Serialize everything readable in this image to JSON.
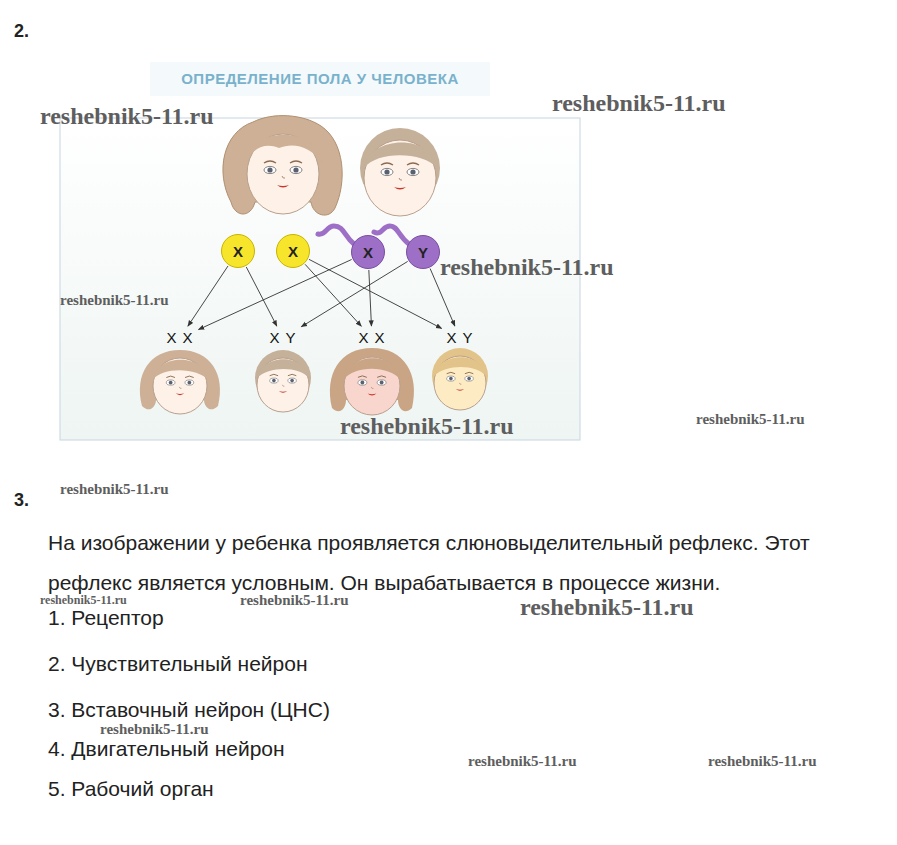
{
  "diagram": {
    "title": "ОПРЕДЕЛЕНИЕ ПОЛА У ЧЕЛОВЕКА",
    "nodes": [
      {
        "text": [
          "X"
        ]
      },
      {
        "text": [
          "X"
        ]
      },
      {
        "text": [
          "X"
        ]
      },
      {
        "text": [
          "Y"
        ]
      },
      {
        "text": [
          "X X"
        ]
      },
      {
        "text": [
          "X Y"
        ]
      },
      {
        "text": [
          "X X"
        ]
      },
      {
        "text": [
          "X Y"
        ]
      }
    ],
    "edges": [
      {
        "from": 0,
        "to": 4,
        "arrow": "to"
      },
      {
        "from": 2,
        "to": 4,
        "arrow": "to"
      },
      {
        "from": 0,
        "to": 5,
        "arrow": "to"
      },
      {
        "from": 3,
        "to": 5,
        "arrow": "to"
      },
      {
        "from": 1,
        "to": 6,
        "arrow": "to"
      },
      {
        "from": 2,
        "to": 6,
        "arrow": "to"
      },
      {
        "from": 1,
        "to": 7,
        "arrow": "to"
      },
      {
        "from": 3,
        "to": 7,
        "arrow": "to"
      }
    ],
    "labels": [
      "2.",
      "reshebnik5-11.ru",
      "reshebnik5-11.ru",
      "reshebnik5-11.ru",
      "reshebnik5-11.ru",
      "reshebnik5-11.ru",
      "reshebnik5-11.ru",
      "3.",
      "reshebnik5-11.ru",
      "На изображении у ребенка проявляется слюновыделительный рефлекс. Этот рефлекс является условным. Он вырабатывается в процессе жизни.",
      "reshebnik5-11.ru",
      "reshebnik5-11.ru",
      "reshebnik5-11.ru",
      "1. Рецептор",
      "2. Чувствительный нейрон",
      "3. Вставочный нейрон (ЦНС)",
      "reshebnik5-11.ru",
      "4. Двигательный нейрон",
      "reshebnik5-11.ru",
      "reshebnik5-11.ru",
      "5. Рабочий орган"
    ]
  }
}
